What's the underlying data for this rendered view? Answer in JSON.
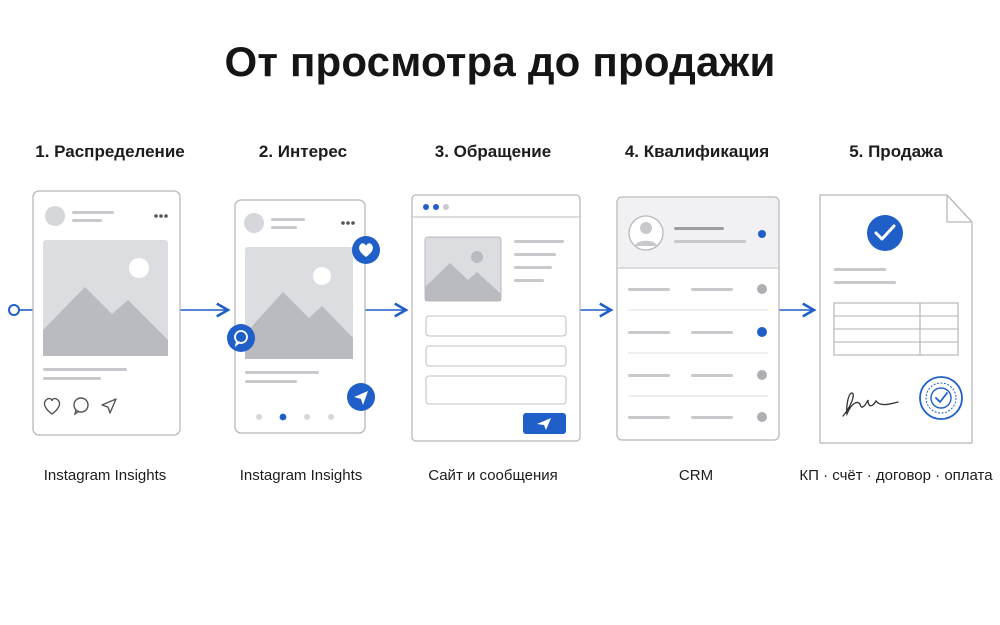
{
  "title": "От просмотра до продажи",
  "steps": [
    {
      "title": "1. Распределение",
      "caption": "Instagram Insights"
    },
    {
      "title": "2. Интерес",
      "caption": "Instagram Insights"
    },
    {
      "title": "3. Обращение",
      "caption": "Сайт и сообщения"
    },
    {
      "title": "4. Квалификация",
      "caption": "CRM"
    },
    {
      "title": "5. Продажа",
      "caption": "КП · счёт · договор · оплата"
    }
  ],
  "colors": {
    "accent": "#1f5fc7",
    "line": "#c9c9cd",
    "placeholder": "#d6d7db",
    "border": "#b8b8bc"
  }
}
